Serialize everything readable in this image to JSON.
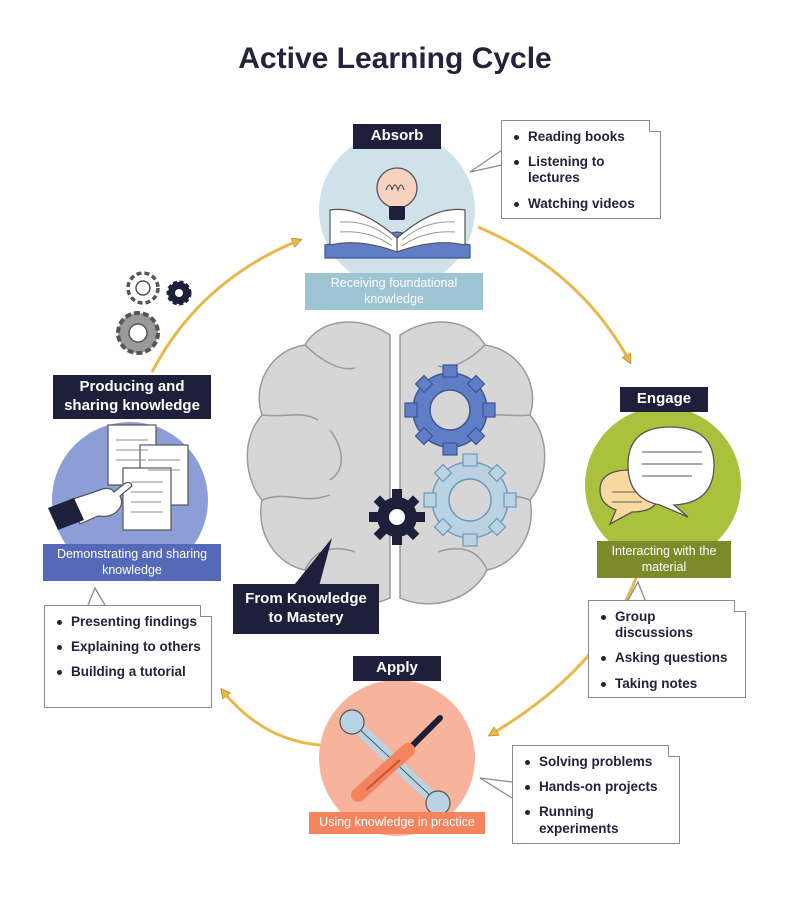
{
  "title": "Active Learning Cycle",
  "center_label": "From Knowledge to Mastery",
  "stages": {
    "absorb": {
      "label": "Absorb",
      "caption": "Receiving foundational knowledge",
      "items": [
        "Reading books",
        "Listening to lectures",
        "Watching videos"
      ],
      "color": "#cfe2ea",
      "caption_color": "#9cc4d2"
    },
    "engage": {
      "label": "Engage",
      "caption": "Interacting with the material",
      "items": [
        "Group discussions",
        "Asking questions",
        "Taking notes"
      ],
      "color": "#a9c13c",
      "caption_color": "#7c8a2a"
    },
    "apply": {
      "label": "Apply",
      "caption": "Using knowledge in practice",
      "items": [
        "Solving problems",
        "Hands-on projects",
        "Running experiments"
      ],
      "color": "#f7b39b",
      "caption_color": "#f4845e"
    },
    "produce": {
      "label": "Producing and sharing knowledge",
      "caption": "Demonstrating and sharing knowledge",
      "items": [
        "Presenting findings",
        "Explaining to others",
        "Building a tutorial"
      ],
      "color": "#8d9dd6",
      "caption_color": "#5569b8"
    }
  },
  "colors": {
    "dark": "#1e1f3a",
    "arrow": "#e8b84a",
    "brain": "#d6d6d6",
    "gear_blue": "#5f7ec6",
    "gear_light": "#b9d3e4"
  }
}
